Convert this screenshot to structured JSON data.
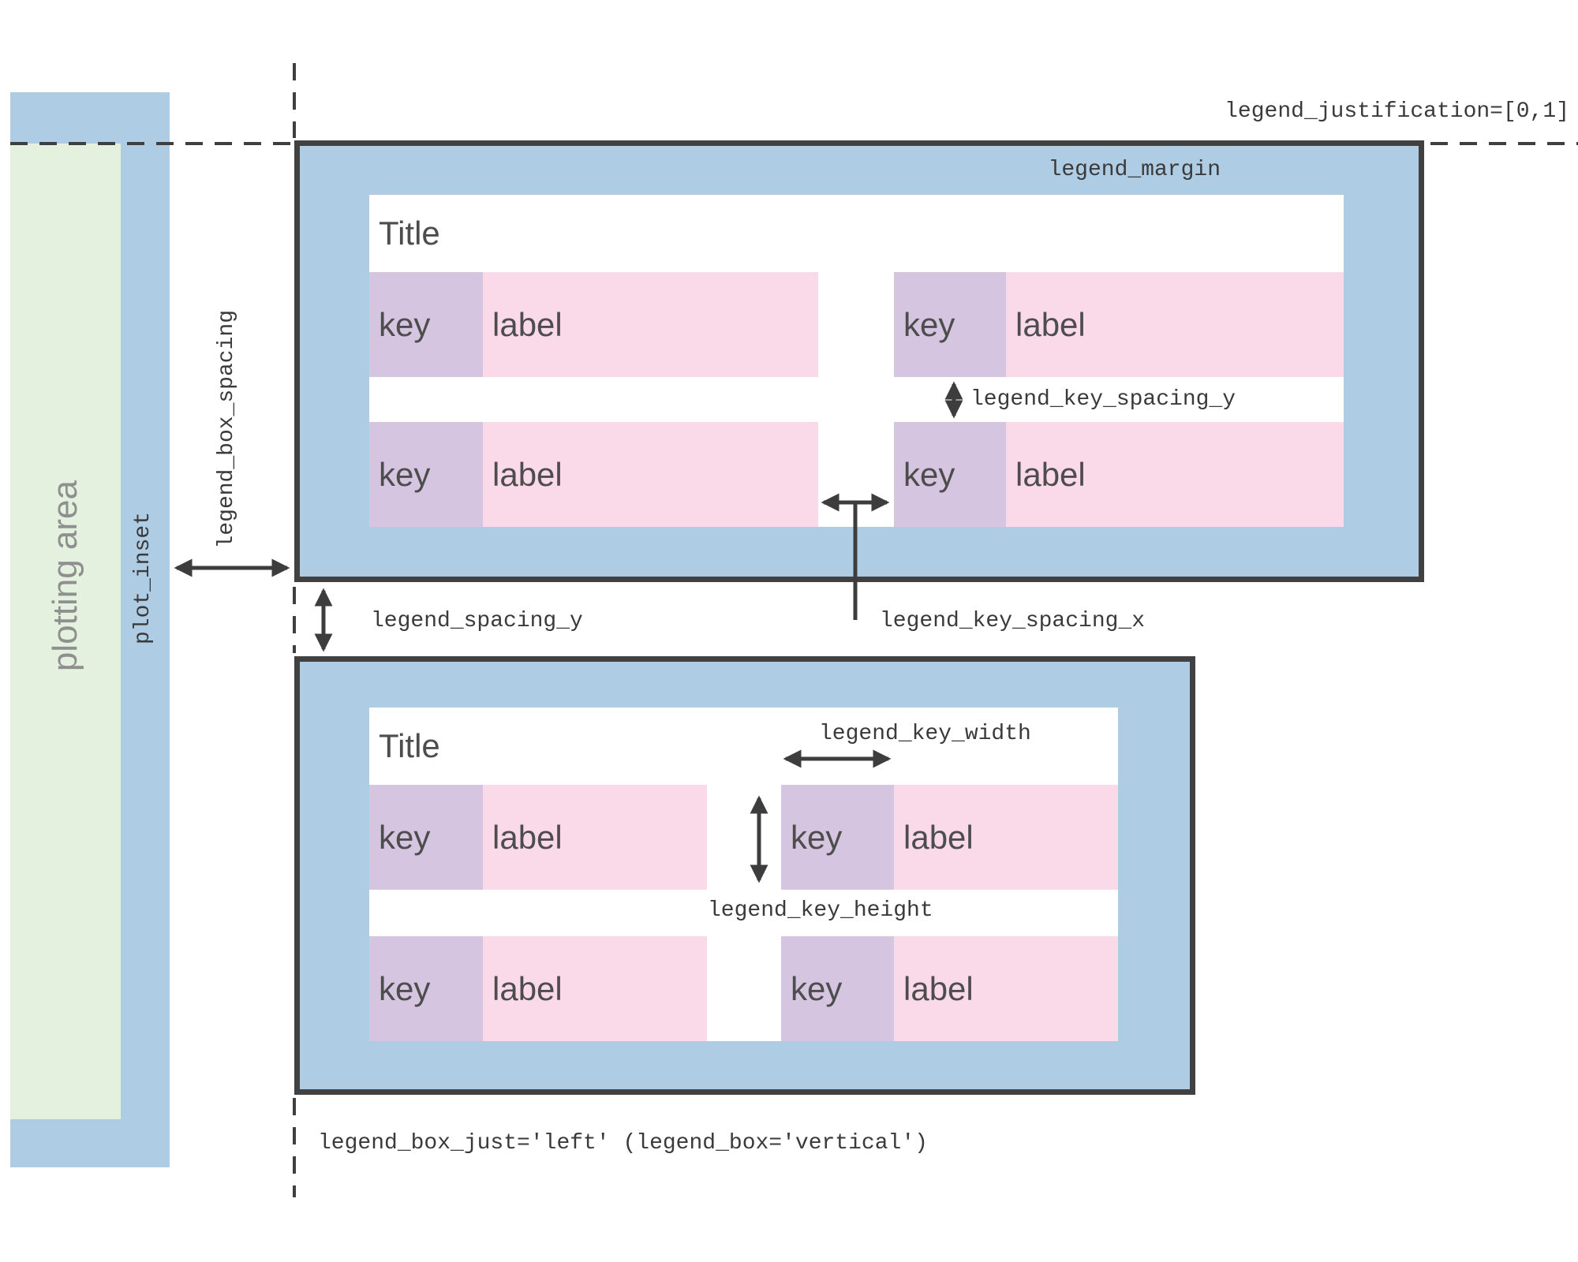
{
  "annotations": {
    "plotting_area": "plotting area",
    "plot_inset": "plot_inset",
    "legend_box_spacing": "legend_box_spacing",
    "legend_justification": "legend_justification=[0,1]",
    "legend_margin": "legend_margin",
    "legend_key_spacing_y": "legend_key_spacing_y",
    "legend_key_spacing_x": "legend_key_spacing_x",
    "legend_spacing_y": "legend_spacing_y",
    "legend_key_width": "legend_key_width",
    "legend_key_height": "legend_key_height",
    "legend_box_just": "legend_box_just='left' (legend_box='vertical')"
  },
  "legend_boxes": [
    {
      "title": "Title",
      "entries": [
        {
          "key": "key",
          "label": "label"
        },
        {
          "key": "key",
          "label": "label"
        },
        {
          "key": "key",
          "label": "label"
        },
        {
          "key": "key",
          "label": "label"
        }
      ]
    },
    {
      "title": "Title",
      "entries": [
        {
          "key": "key",
          "label": "label"
        },
        {
          "key": "key",
          "label": "label"
        },
        {
          "key": "key",
          "label": "label"
        },
        {
          "key": "key",
          "label": "label"
        }
      ]
    }
  ],
  "colors": {
    "legend_box_fill": "#aecce4",
    "plot_strip_fill": "#aecce4",
    "plotting_area_fill": "#e4f1de",
    "key_fill": "#d6c5e0",
    "label_fill": "#fad9e9",
    "border": "#414141",
    "arrow": "#3d3d3d",
    "mono_text": "#3a3a3a",
    "sans_text": "#4d4d4d",
    "plotting_area_text": "#8f8f8f"
  }
}
